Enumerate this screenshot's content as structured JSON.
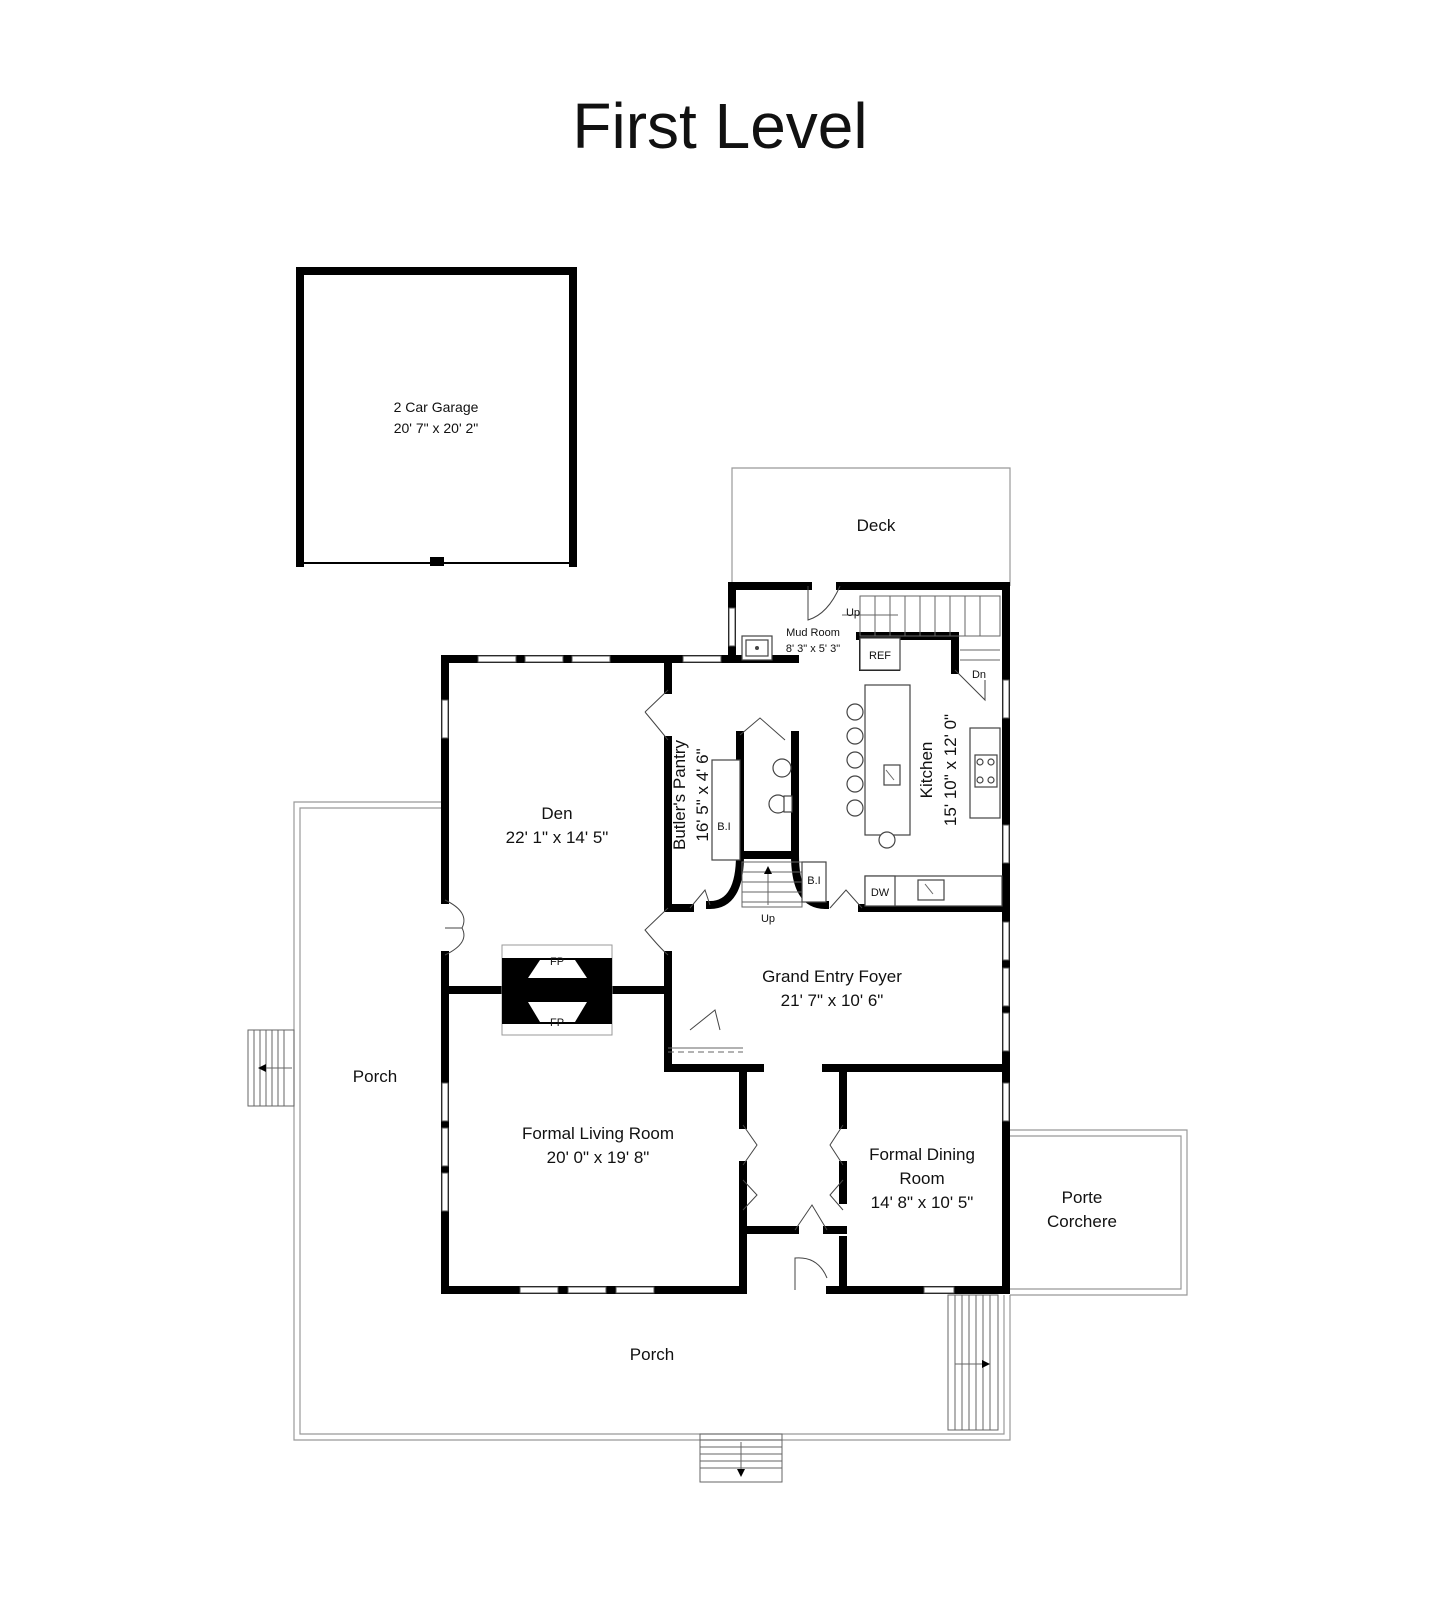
{
  "title": "First Level",
  "rooms": {
    "garage": {
      "name": "2 Car Garage",
      "dims": "20' 7\" x 20' 2\""
    },
    "deck": {
      "name": "Deck"
    },
    "mud_room": {
      "name": "Mud Room",
      "dims": "8' 3\" x 5' 3\""
    },
    "den": {
      "name": "Den",
      "dims": "22' 1\" x 14' 5\""
    },
    "butlers_pantry": {
      "name": "Butler's Pantry",
      "dims": "16' 5\" x 4' 6\""
    },
    "kitchen": {
      "name": "Kitchen",
      "dims": "15' 10\" x 12' 0\""
    },
    "grand_entry_foyer": {
      "name": "Grand Entry Foyer",
      "dims": "21' 7\" x 10' 6\""
    },
    "formal_living_room": {
      "name": "Formal Living Room",
      "dims": "20' 0\" x 19' 8\""
    },
    "formal_dining_room": {
      "name_line1": "Formal Dining",
      "name_line2": "Room",
      "dims": "14' 8\" x 10' 5\""
    },
    "porch_left": {
      "name": "Porch"
    },
    "porch_bottom": {
      "name": "Porch"
    },
    "porte_corchere": {
      "name_line1": "Porte",
      "name_line2": "Corchere"
    }
  },
  "fixtures": {
    "ref": "REF",
    "dw": "DW",
    "fp_top": "FP",
    "fp_bottom": "FP",
    "bi_pantry": "B.I",
    "bi_stair": "B.I",
    "up_mud": "Up",
    "dn_kitchen": "Dn",
    "up_foyer": "Up"
  }
}
